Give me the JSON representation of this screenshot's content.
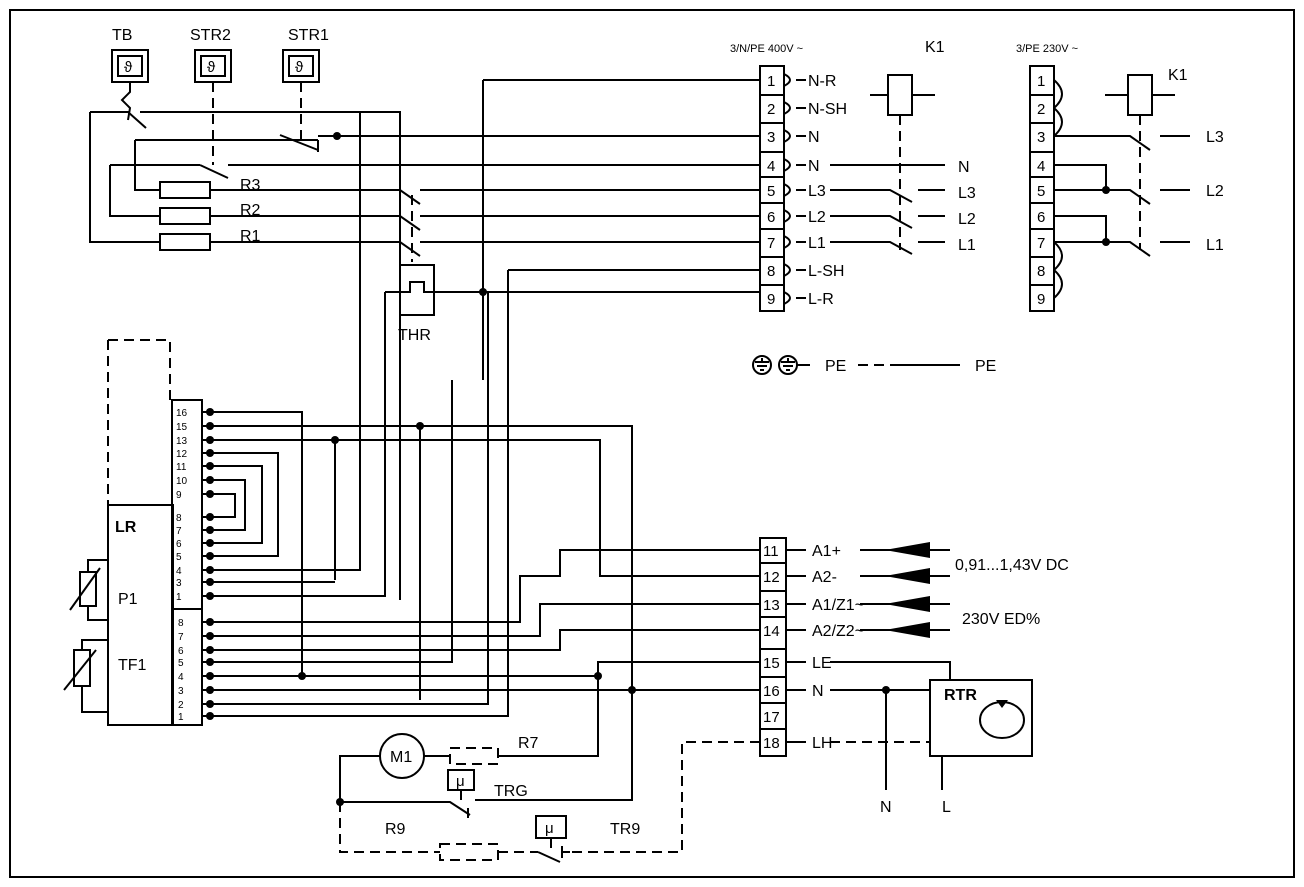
{
  "labels": {
    "tb": "TB",
    "str2": "STR2",
    "str1": "STR1",
    "r1": "R1",
    "r2": "R2",
    "r3": "R3",
    "thr": "THR",
    "lr": "LR",
    "p1": "P1",
    "tf1": "TF1",
    "m1": "M1",
    "r7": "R7",
    "r9": "R9",
    "trg": "TRG",
    "tr9": "TR9",
    "rtr": "RTR",
    "k1_a": "K1",
    "k1_b": "K1",
    "theta": "ϑ",
    "mu": "μ"
  },
  "supply": {
    "left_title": "3/N/PE 400V ~",
    "right_title": "3/PE 230V ~"
  },
  "terminal_block_a": {
    "numbers": [
      "1",
      "2",
      "3",
      "4",
      "5",
      "6",
      "7",
      "8",
      "9"
    ],
    "names": [
      "N-R",
      "N-SH",
      "N",
      "N",
      "L3",
      "L2",
      "L1",
      "L-SH",
      "L-R"
    ]
  },
  "outputs_400": {
    "n": "N",
    "l3": "L3",
    "l2": "L2",
    "l1": "L1"
  },
  "terminal_block_b": {
    "numbers": [
      "1",
      "2",
      "3",
      "4",
      "5",
      "6",
      "7",
      "8",
      "9"
    ]
  },
  "outputs_230": {
    "l3": "L3",
    "l2": "L2",
    "l1": "L1"
  },
  "pe": {
    "left": "PE",
    "right": "PE"
  },
  "lr_upper_pins": [
    "16",
    "15",
    "13",
    "12",
    "11",
    "10",
    "9",
    "8",
    "7",
    "6",
    "5",
    "4",
    "3",
    "1"
  ],
  "lr_lower_pins": [
    "8",
    "7",
    "6",
    "5",
    "4",
    "3",
    "2",
    "1"
  ],
  "terminal_block_c": {
    "numbers": [
      "11",
      "12",
      "13",
      "14",
      "15",
      "16",
      "17",
      "18"
    ],
    "names": [
      "A1+",
      "A2-",
      "A1/Z1~",
      "A2/Z2~",
      "LE",
      "N",
      "",
      "LH"
    ]
  },
  "inputs": {
    "dc": "0,91...1,43V DC",
    "ac": "230V ED%"
  },
  "rtr_outputs": {
    "n": "N",
    "l": "L"
  }
}
